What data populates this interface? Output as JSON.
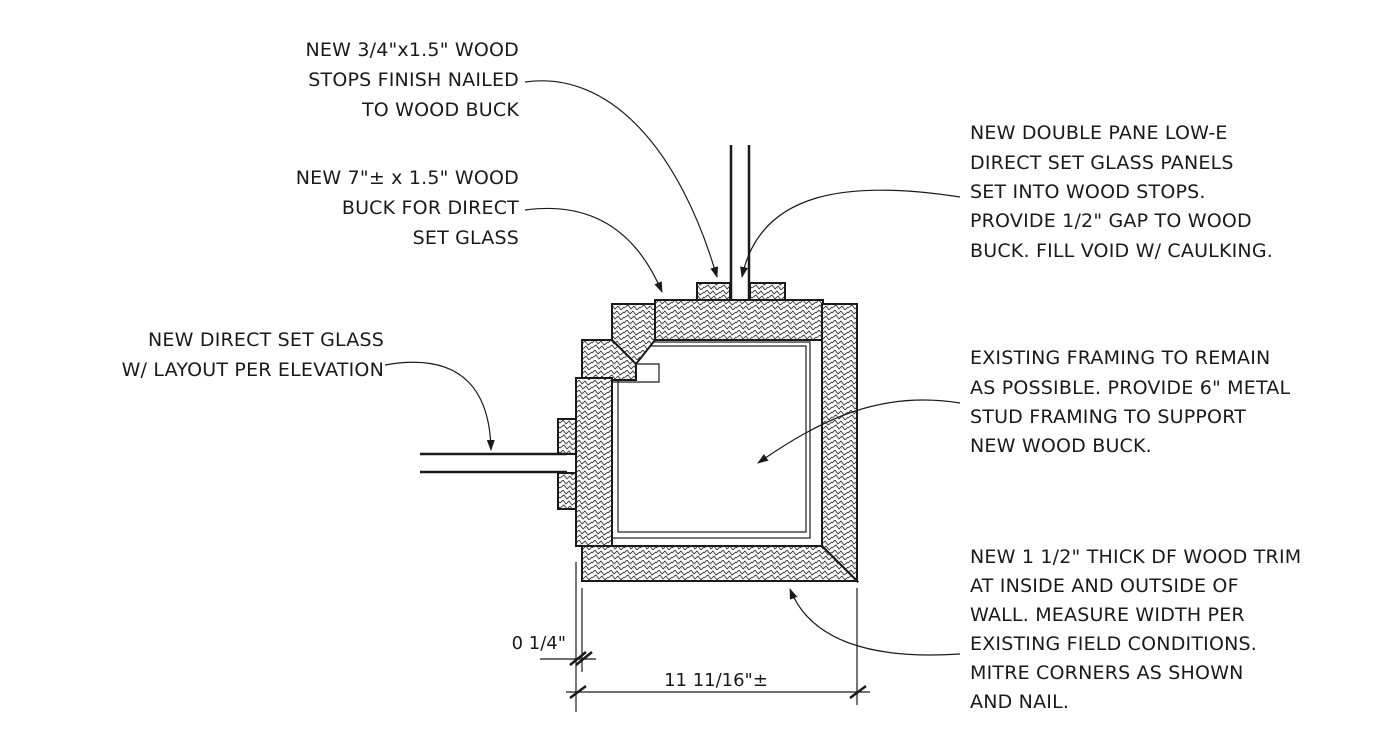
{
  "notes": {
    "stops": [
      "NEW 3/4\"x1.5\" WOOD",
      "STOPS FINISH NAILED",
      "TO WOOD BUCK"
    ],
    "buck": [
      "NEW 7\"± x 1.5\" WOOD",
      "BUCK FOR DIRECT",
      "SET GLASS"
    ],
    "glass_left": [
      "NEW DIRECT SET GLASS",
      "W/ LAYOUT PER ELEVATION"
    ],
    "glass_top": [
      "NEW DOUBLE PANE LOW-E",
      "DIRECT SET GLASS PANELS",
      "SET INTO WOOD STOPS.",
      "PROVIDE 1/2\" GAP TO WOOD",
      "BUCK.  FILL VOID W/ CAULKING."
    ],
    "framing": [
      "EXISTING FRAMING TO REMAIN",
      "AS POSSIBLE.  PROVIDE 6\" METAL",
      "STUD FRAMING TO SUPPORT",
      "NEW WOOD BUCK."
    ],
    "trim": [
      "NEW 1 1/2\" THICK DF WOOD TRIM",
      "AT INSIDE AND OUTSIDE OF",
      "WALL.  MEASURE WIDTH PER",
      "EXISTING FIELD CONDITIONS.",
      "MITRE CORNERS AS SHOWN",
      "AND NAIL."
    ]
  },
  "dimensions": {
    "gap": "0 1/4\"",
    "width": "11 11/16\"±"
  }
}
